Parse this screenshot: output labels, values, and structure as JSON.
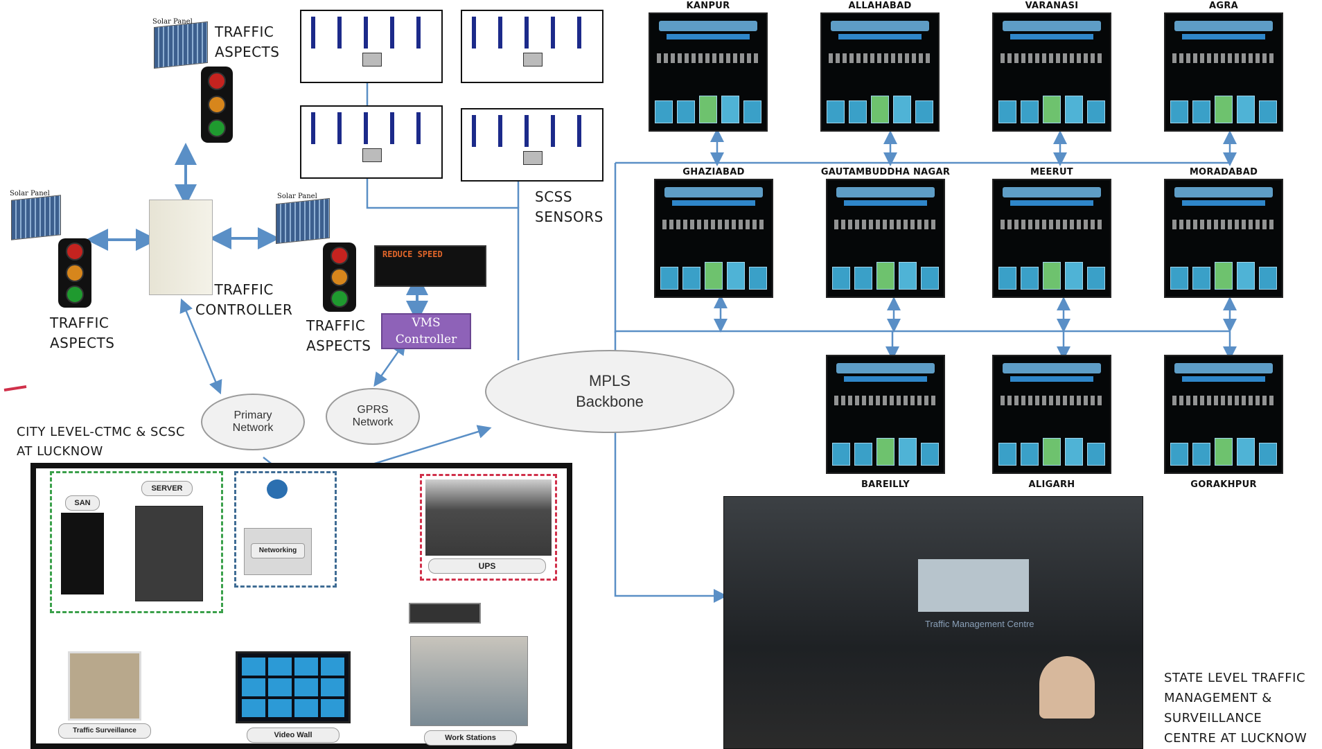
{
  "labels": {
    "traffic_aspects_top": [
      "TRAFFIC",
      "ASPECTS"
    ],
    "traffic_aspects_left": [
      "TRAFFIC",
      "ASPECTS"
    ],
    "traffic_aspects_right": [
      "TRAFFIC",
      "ASPECTS"
    ],
    "traffic_controller": [
      "TRAFFIC",
      "CONTROLLER"
    ],
    "scss_sensors": [
      "SCSS",
      "SENSORS"
    ],
    "solar_panel": "Solar Panel",
    "vms_sign": [
      "REDUCE SPEED",
      "",
      ""
    ],
    "vms_controller": [
      "VMS",
      "Controller"
    ],
    "mpls_backbone": [
      "MPLS",
      "Backbone"
    ],
    "primary_network": [
      "Primary",
      "Network"
    ],
    "gprs_network": [
      "GPRS",
      "Network"
    ],
    "city_level": [
      "CITY LEVEL-CTMC & SCSC",
      "AT LUCKNOW"
    ],
    "state_level": [
      "STATE LEVEL TRAFFIC",
      "MANAGEMENT &",
      "SURVEILLANCE",
      "CENTRE AT LUCKNOW"
    ]
  },
  "cities": {
    "row1": [
      "KANPUR",
      "ALLAHABAD",
      "VARANASI",
      "AGRA"
    ],
    "row2": [
      "GHAZIABAD",
      "GAUTAMBUDDHA NAGAR",
      "MEERUT",
      "MORADABAD"
    ],
    "row3": [
      "BAREILLY",
      "ALIGARH",
      "GORAKHPUR"
    ]
  },
  "ctmc": {
    "san": "SAN",
    "server": "SERVER",
    "networking": "Networking",
    "ups": "UPS",
    "traffic_surveillance": "Traffic Surveillance",
    "video_wall": "Video Wall",
    "work_stations": "Work Stations"
  },
  "state_centre_screen_text": "Traffic Management Centre",
  "colors": {
    "arrow": "#5a8fc6",
    "cloud": "#f1f1f1",
    "vms": "#8e62b8",
    "green_dash": "#3aa04a",
    "red_dash": "#d0304a"
  }
}
